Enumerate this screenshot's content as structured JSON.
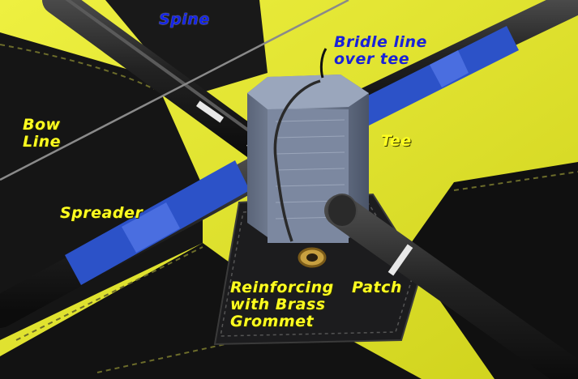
{
  "labels": {
    "spine": "Spine",
    "bridle": "Bridle line\nover tee",
    "bow_line": "Bow\nLine",
    "tee": "Tee",
    "spreader": "Spreader",
    "reinforcing": "Reinforcing\nwith Brass\nGrommet",
    "patch": "Patch"
  },
  "colors": {
    "sail_yellow": "#e6ea2e",
    "sail_black": "#141414",
    "rod": "#1e1e1e",
    "tape_blue": "#2c52c8",
    "tee_block": "#6c7890",
    "grommet_brass": "#c8a040",
    "label_yellow": "#ffff20",
    "label_blue": "#1424e6"
  }
}
